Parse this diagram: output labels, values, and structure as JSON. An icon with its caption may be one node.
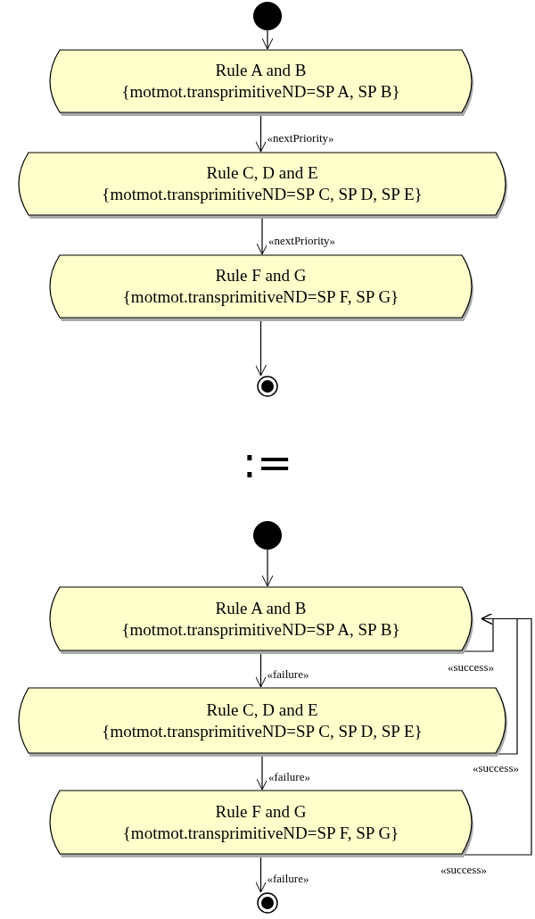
{
  "diagram": {
    "nodes": [
      {
        "text": [],
        "shape": "circle"
      },
      {
        "text": [
          "Rule A and B",
          "{motmot.transprimitiveND=SP A, SP B}"
        ]
      },
      {
        "text": [
          "Rule C, D and E",
          "{motmot.transprimitiveND=SP C, SP D, SP E}"
        ]
      },
      {
        "text": [
          "Rule F and G",
          "{motmot.transprimitiveND=SP F, SP G}"
        ]
      },
      {
        "text": [],
        "shape": "bullseye"
      },
      {
        "text": [],
        "shape": "circle"
      },
      {
        "text": [
          "Rule A and B",
          "{motmot.transprimitiveND=SP A, SP B}"
        ]
      },
      {
        "text": [
          "Rule C, D and E",
          "{motmot.transprimitiveND=SP C, SP D, SP E}"
        ]
      },
      {
        "text": [
          "Rule F and G",
          "{motmot.transprimitiveND=SP F, SP G}"
        ]
      },
      {
        "text": [],
        "shape": "bullseye"
      }
    ],
    "edges": [
      {
        "from": 0,
        "to": 1,
        "arrow": "to"
      },
      {
        "from": 1,
        "to": 2,
        "arrow": "to",
        "label": "«nextPriority»"
      },
      {
        "from": 2,
        "to": 3,
        "arrow": "to",
        "label": "«nextPriority»"
      },
      {
        "from": 3,
        "to": 4,
        "arrow": "to"
      },
      {
        "from": 5,
        "to": 6,
        "arrow": "to"
      },
      {
        "from": 6,
        "to": 7,
        "arrow": "to",
        "label": "«failure»"
      },
      {
        "from": 7,
        "to": 8,
        "arrow": "to",
        "label": "«failure»"
      },
      {
        "from": 8,
        "to": 9,
        "arrow": "to",
        "label": "«failure»"
      },
      {
        "from": 6,
        "to": 6,
        "arrow": "to",
        "label": "«success»"
      },
      {
        "from": 7,
        "to": 6,
        "arrow": "to",
        "label": "«success»"
      },
      {
        "from": 8,
        "to": 6,
        "arrow": "to",
        "label": "«success»"
      }
    ],
    "labels": [
      ":="
    ]
  }
}
